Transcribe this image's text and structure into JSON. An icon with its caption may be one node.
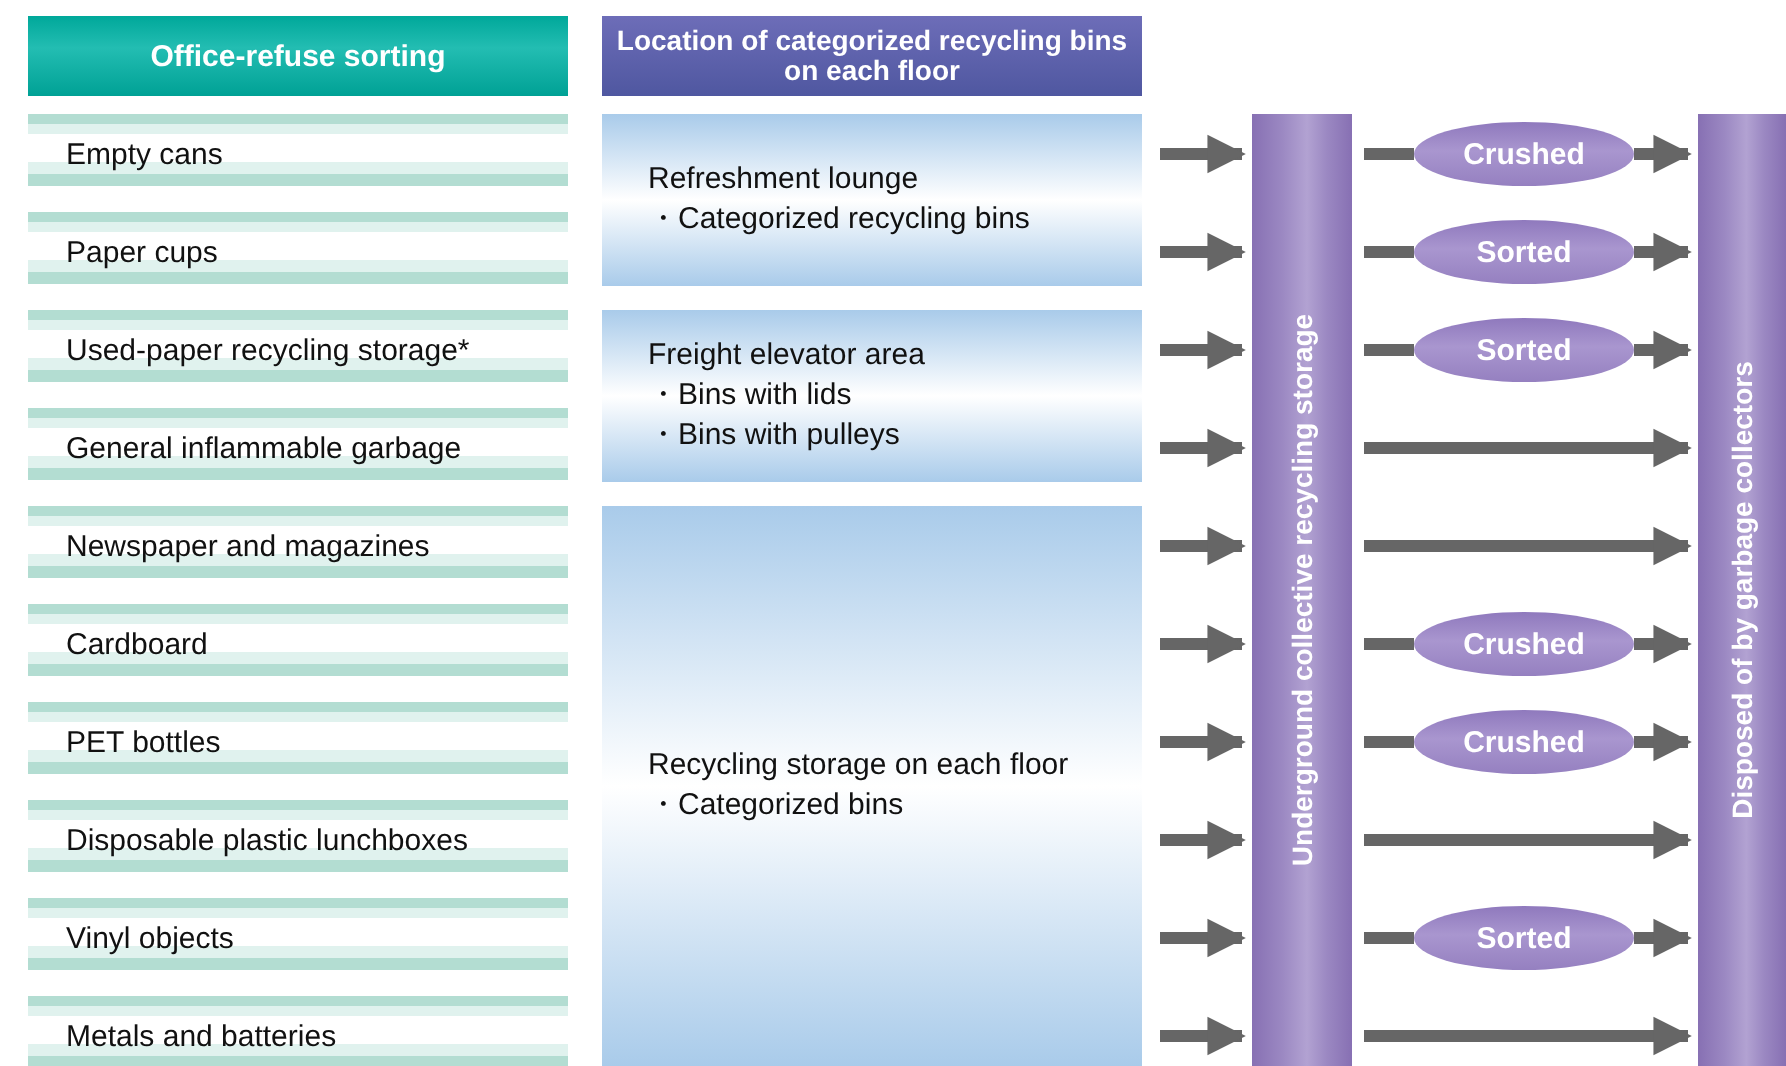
{
  "diagram": {
    "nodes": [
      {
        "text": [
          "Office-refuse sorting"
        ]
      },
      {
        "text": [
          "Location of categorized recycling bins on each floor"
        ]
      },
      {
        "text": [
          "Empty cans"
        ]
      },
      {
        "text": [
          "Paper cups"
        ]
      },
      {
        "text": [
          "Used-paper recycling storage*"
        ]
      },
      {
        "text": [
          "General inflammable garbage"
        ]
      },
      {
        "text": [
          "Newspaper and magazines"
        ]
      },
      {
        "text": [
          "Cardboard"
        ]
      },
      {
        "text": [
          "PET bottles"
        ]
      },
      {
        "text": [
          "Disposable plastic lunchboxes"
        ]
      },
      {
        "text": [
          "Vinyl objects"
        ]
      },
      {
        "text": [
          "Metals and batteries"
        ]
      },
      {
        "text": [
          "Refreshment lounge",
          "・Categorized recycling bins"
        ]
      },
      {
        "text": [
          "Freight elevator area",
          "・Bins with lids",
          "・Bins with pulleys"
        ]
      },
      {
        "text": [
          "Recycling storage on each floor",
          "・Categorized bins"
        ]
      },
      {
        "text": [
          "Underground collective recycling storage"
        ]
      },
      {
        "text": [
          "Disposed of by garbage collectors"
        ]
      },
      {
        "text": [
          "Crushed"
        ]
      },
      {
        "text": [
          "Sorted"
        ]
      },
      {
        "text": [
          "Sorted"
        ]
      },
      {
        "text": [
          "Crushed"
        ]
      },
      {
        "text": [
          "Crushed"
        ]
      },
      {
        "text": [
          "Sorted"
        ]
      }
    ],
    "edges": [
      {
        "from": 12,
        "to": 15,
        "arrow": "to"
      },
      {
        "from": 15,
        "to": 17,
        "arrow": "none"
      },
      {
        "from": 17,
        "to": 16,
        "arrow": "to"
      },
      {
        "from": 12,
        "to": 15,
        "arrow": "to"
      },
      {
        "from": 15,
        "to": 18,
        "arrow": "none"
      },
      {
        "from": 18,
        "to": 16,
        "arrow": "to"
      },
      {
        "from": 13,
        "to": 15,
        "arrow": "to"
      },
      {
        "from": 15,
        "to": 19,
        "arrow": "none"
      },
      {
        "from": 19,
        "to": 16,
        "arrow": "to"
      },
      {
        "from": 13,
        "to": 15,
        "arrow": "to"
      },
      {
        "from": 15,
        "to": 16,
        "arrow": "to"
      },
      {
        "from": 14,
        "to": 15,
        "arrow": "to"
      },
      {
        "from": 15,
        "to": 16,
        "arrow": "to"
      },
      {
        "from": 14,
        "to": 15,
        "arrow": "to"
      },
      {
        "from": 15,
        "to": 20,
        "arrow": "none"
      },
      {
        "from": 20,
        "to": 16,
        "arrow": "to"
      },
      {
        "from": 14,
        "to": 15,
        "arrow": "to"
      },
      {
        "from": 15,
        "to": 21,
        "arrow": "none"
      },
      {
        "from": 21,
        "to": 16,
        "arrow": "to"
      },
      {
        "from": 14,
        "to": 15,
        "arrow": "to"
      },
      {
        "from": 15,
        "to": 16,
        "arrow": "to"
      },
      {
        "from": 14,
        "to": 15,
        "arrow": "to"
      },
      {
        "from": 15,
        "to": 22,
        "arrow": "none"
      },
      {
        "from": 22,
        "to": 16,
        "arrow": "to"
      },
      {
        "from": 14,
        "to": 15,
        "arrow": "to"
      },
      {
        "from": 15,
        "to": 16,
        "arrow": "to"
      }
    ]
  }
}
